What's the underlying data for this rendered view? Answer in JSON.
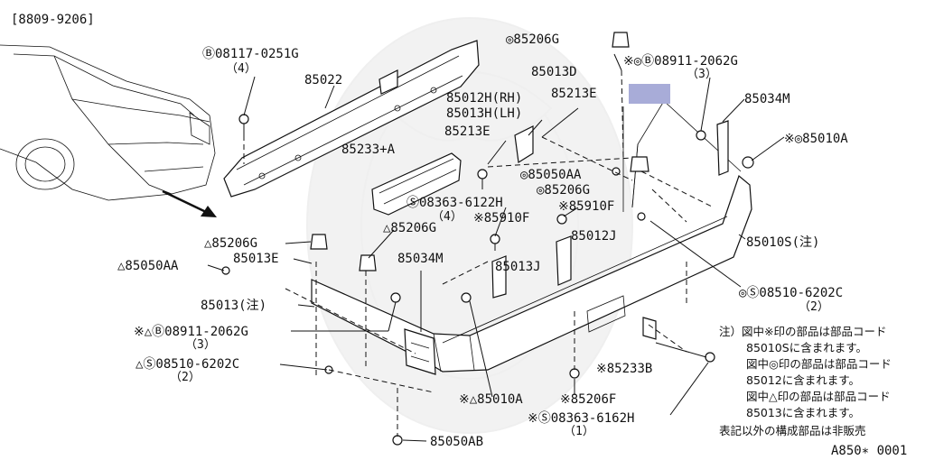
{
  "diagram": {
    "date_range": "[8809-9206]",
    "figure_code": "A850∗ 0001",
    "parts": {
      "p_08117": "Ⓑ08117-0251G",
      "p_08117_qty": "（4）",
      "p_85022": "85022",
      "p_85233a": "85233+A",
      "p_85206g_top": "◎85206G",
      "p_85013d": "85013D",
      "p_08911_top": "※◎Ⓑ08911-2062G",
      "p_08911_top_qty": "（3）",
      "p_85012h": "85012H(RH)",
      "p_85013h": "85013H(LH)",
      "p_85213e_right": "85213E",
      "p_85213e_left": "85213E",
      "p_85034m_right": "85034M",
      "p_85010a_right": "※◎85010A",
      "p_85050aa_mid": "◎85050AA",
      "p_85206g_mid": "◎85206G",
      "p_08363_6122": "Ⓢ08363-6122H",
      "p_08363_6122_qty": "（4）",
      "p_85910f_left": "※85910F",
      "p_85910f_right": "※85910F",
      "p_85206g_left": "△85206G",
      "p_85206g_center": "△85206G",
      "p_85012j": "85012J",
      "p_85010s": "85010S(注)",
      "p_85013e": "85013E",
      "p_85050aa_left": "△85050AA",
      "p_85034m_center": "85034M",
      "p_85013j": "85013J",
      "p_08510_right": "◎Ⓢ08510-6202C",
      "p_08510_right_qty": "（2）",
      "p_85013_note": "85013(注)",
      "p_08911_left": "※△Ⓑ08911-2062G",
      "p_08911_left_qty": "（3）",
      "p_08510_left": "△Ⓢ08510-6202C",
      "p_08510_left_qty": "（2）",
      "p_85233b": "※85233B",
      "p_85010a_bottom": "※△85010A",
      "p_85206f": "※85206F",
      "p_08363_6162": "※Ⓢ08363-6162H",
      "p_08363_6162_qty": "（1）",
      "p_85050ab": "85050AB"
    },
    "notes": [
      "注）図中※印の部品は部品コード",
      "85010Sに含まれます。",
      "図中◎印の部品は部品コード",
      "85012に含まれます。",
      "図中△印の部品は部品コード",
      "85013に含まれます。",
      "表記以外の構成部品は非販売"
    ],
    "colors": {
      "highlight": "#a8acd8",
      "line": "#111111"
    }
  }
}
